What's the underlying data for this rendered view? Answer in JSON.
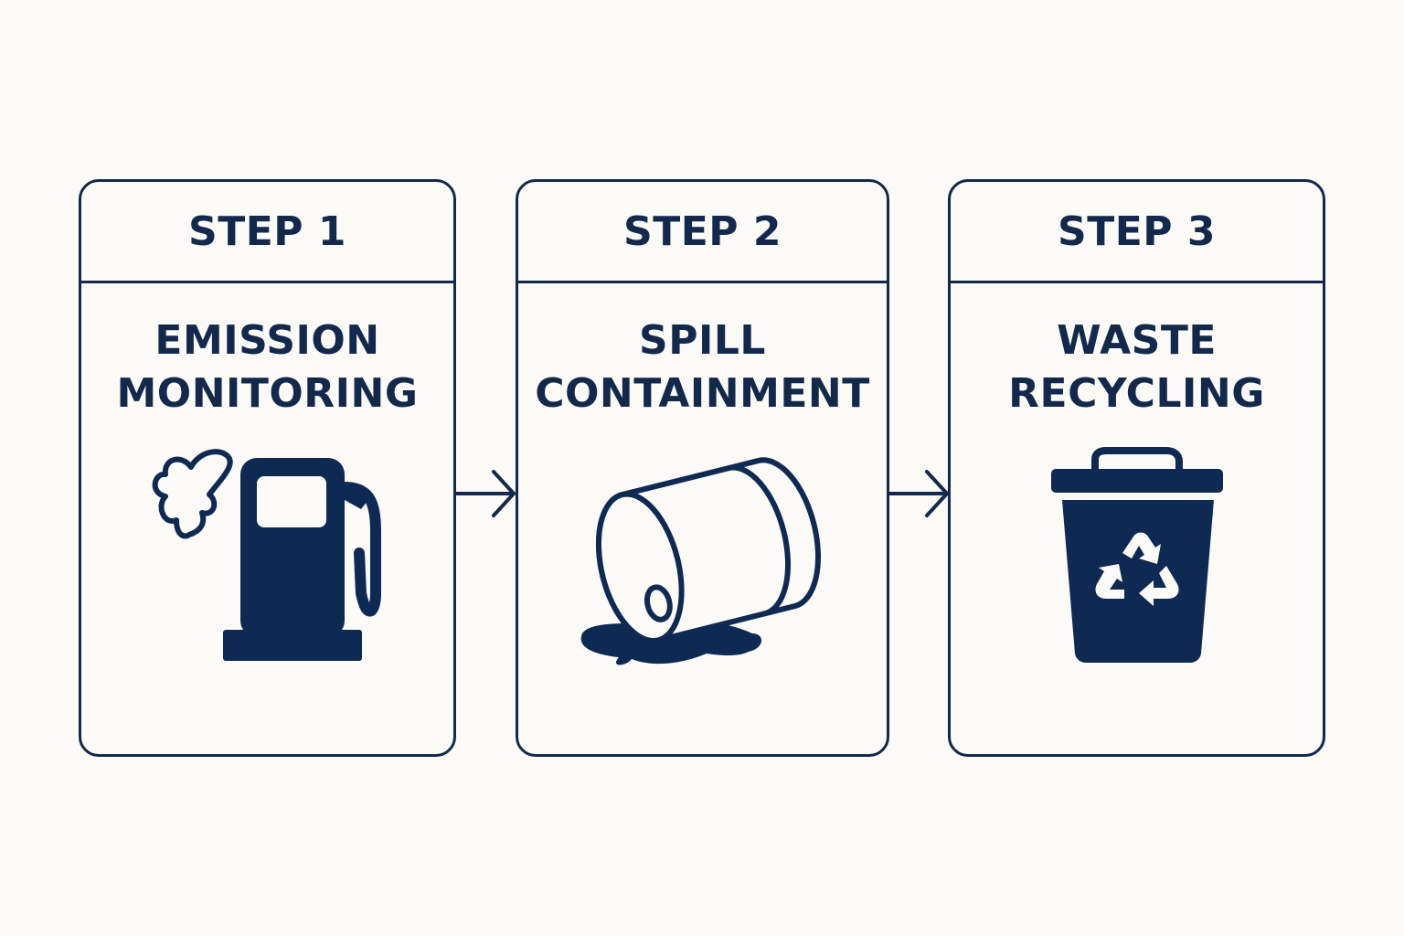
{
  "steps": [
    {
      "step_label": "STEP 1",
      "title_lines": [
        "EMISSION",
        "MONITORING"
      ],
      "icon": "fuel-pump-with-smoke-icon"
    },
    {
      "step_label": "STEP 2",
      "title_lines": [
        "SPILL",
        "CONTAINMENT"
      ],
      "icon": "tipped-barrel-spill-icon"
    },
    {
      "step_label": "STEP 3",
      "title_lines": [
        "WASTE",
        "RECYCLING"
      ],
      "icon": "recycling-bin-icon"
    }
  ],
  "colors": {
    "primary": "#13294b",
    "icon_fill": "#0f2a52",
    "background": "#fbfaf6"
  }
}
